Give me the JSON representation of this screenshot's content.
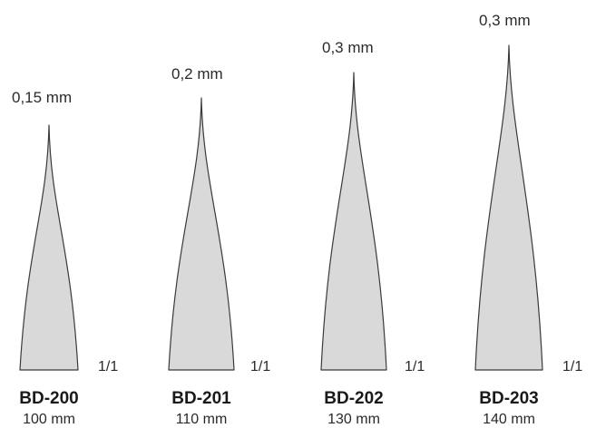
{
  "tweezers": [
    {
      "model": "BD-200",
      "length": "100 mm",
      "tip_width": "0,15 mm",
      "scale": "1/1"
    },
    {
      "model": "BD-201",
      "length": "110 mm",
      "tip_width": "0,2 mm",
      "scale": "1/1"
    },
    {
      "model": "BD-202",
      "length": "130 mm",
      "tip_width": "0,3 mm",
      "scale": "1/1"
    },
    {
      "model": "BD-203",
      "length": "140 mm",
      "tip_width": "0,3 mm",
      "scale": "1/1"
    }
  ],
  "colors": {
    "tip_fill": "#d9d9d9",
    "tip_outline": "#3a3a3a"
  }
}
